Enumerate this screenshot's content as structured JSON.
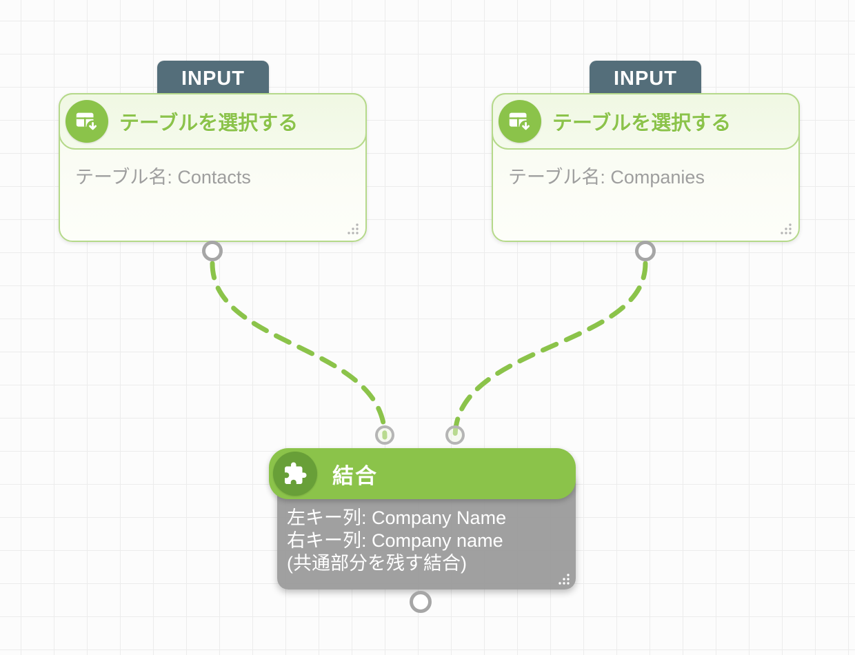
{
  "canvas": {
    "grid_color": "#ececec",
    "bg_color": "#fcfcfc"
  },
  "colors": {
    "accent_green": "#8bc34a",
    "dark_green": "#689f38",
    "light_green_border": "#b5d98a",
    "tab_slate": "#546e7a",
    "join_body_gray": "#999999",
    "body_text_gray": "#9e9e9e",
    "port_border_gray": "#a6a6a6"
  },
  "nodes": {
    "input_left": {
      "tag": "INPUT",
      "title": "テーブルを選択する",
      "body": "テーブル名: Contacts",
      "icon": "table-select-icon"
    },
    "input_right": {
      "tag": "INPUT",
      "title": "テーブルを選択する",
      "body": "テーブル名: Companies",
      "icon": "table-select-icon"
    },
    "join": {
      "title": "結合",
      "icon": "puzzle-icon",
      "lines": {
        "0": "左キー列: Company Name",
        "1": "右キー列: Company name",
        "2": "(共通部分を残す結合)"
      }
    }
  },
  "connections": {
    "left": {
      "from": "input-left-output-port",
      "to": "join-input-port-left",
      "style": "dashed-green"
    },
    "right": {
      "from": "input-right-output-port",
      "to": "join-input-port-right",
      "style": "dashed-green"
    }
  }
}
